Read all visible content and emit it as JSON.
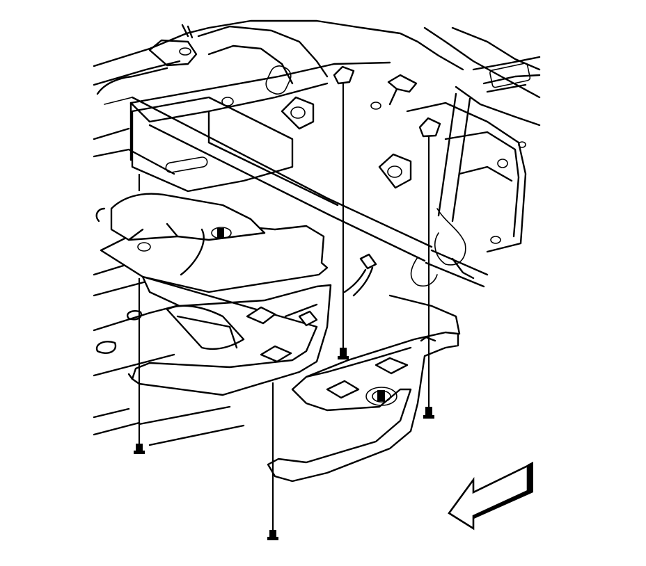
{
  "diagram": {
    "parts": {
      "underbody": "vehicle-underbody-frame",
      "shield_front": "front-skid-plate",
      "shield_rear": "rear-skid-plate"
    },
    "fastener_count": 4,
    "direction_indicator": "front-arrow-icon",
    "colors": {
      "line": "#000000",
      "background": "#ffffff"
    }
  }
}
